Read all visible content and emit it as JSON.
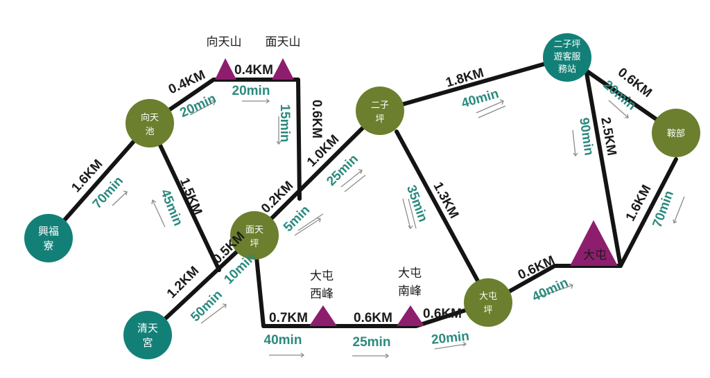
{
  "colors": {
    "route": "#141414",
    "time_text": "#2a8a7e",
    "node_green": "#6b7f2e",
    "node_teal": "#138078",
    "peak": "#8d1e6e",
    "arrow": "#8a8a8a"
  },
  "nodes": {
    "xingfuliao": {
      "line1": "興福",
      "line2": "寮"
    },
    "xiangtianchi": {
      "line1": "向天",
      "line2": "池"
    },
    "miantianping": {
      "line1": "面天",
      "line2": "坪"
    },
    "qingtiangong": {
      "line1": "清天",
      "line2": "宮"
    },
    "erziping": {
      "line1": "二子",
      "line2": "坪"
    },
    "erziping_center": {
      "line1": "二子坪",
      "line2": "遊客服",
      "line3": "務站"
    },
    "xiebu": {
      "line1": "鞍部"
    },
    "datunping": {
      "line1": "大屯",
      "line2": "坪"
    }
  },
  "peaks": {
    "xiangtianshan": "向天山",
    "miantianshan": "面天山",
    "datun_west": {
      "line1": "大屯",
      "line2": "西峰"
    },
    "datun_south": {
      "line1": "大屯",
      "line2": "南峰"
    },
    "datun_main": "大屯"
  },
  "distances": {
    "xingfu_xiangtianchi": "1.6KM",
    "xiangtianchi_xiangtianshan": "0.4KM",
    "xiangtianshan_miantianshan": "0.4KM",
    "miantianshan_down": "0.6KM",
    "xiangtianchi_qingtian": "1.5KM",
    "junction_miantianping": "0.2KM",
    "miantianping_erziping": "1.0KM",
    "qingtian_miantianping_a": "1.2KM",
    "qingtian_miantianping_b": "0.5KM",
    "erziping_center": "1.8KM",
    "erziping_datunping": "1.3KM",
    "center_xiebu": "0.6KM",
    "center_datun": "2.5KM",
    "xiebu_datun": "1.6KM",
    "datunping_datun": "0.6KM",
    "mian_west": "0.7KM",
    "west_south": "0.6KM",
    "south_datunping": "0.6KM"
  },
  "times": {
    "xingfu_xiangtianchi": "70min",
    "xiangtianchi_xiangtianshan": "20min",
    "xiangtianshan_miantianshan": "20min",
    "miantianshan_down": "15min",
    "xiangtianchi_qingtian": "45min",
    "junction_miantianping": "5min",
    "miantianping_erziping": "25min",
    "qingtian_miantianping_a": "50min",
    "qingtian_miantianping_b": "10min",
    "erziping_center": "40min",
    "erziping_datunping": "35min",
    "center_xiebu": "20min",
    "center_datun": "90min",
    "xiebu_datun": "70min",
    "datunping_datun": "40min",
    "mian_west": "40min",
    "west_south": "25min",
    "south_datunping": "20min"
  }
}
